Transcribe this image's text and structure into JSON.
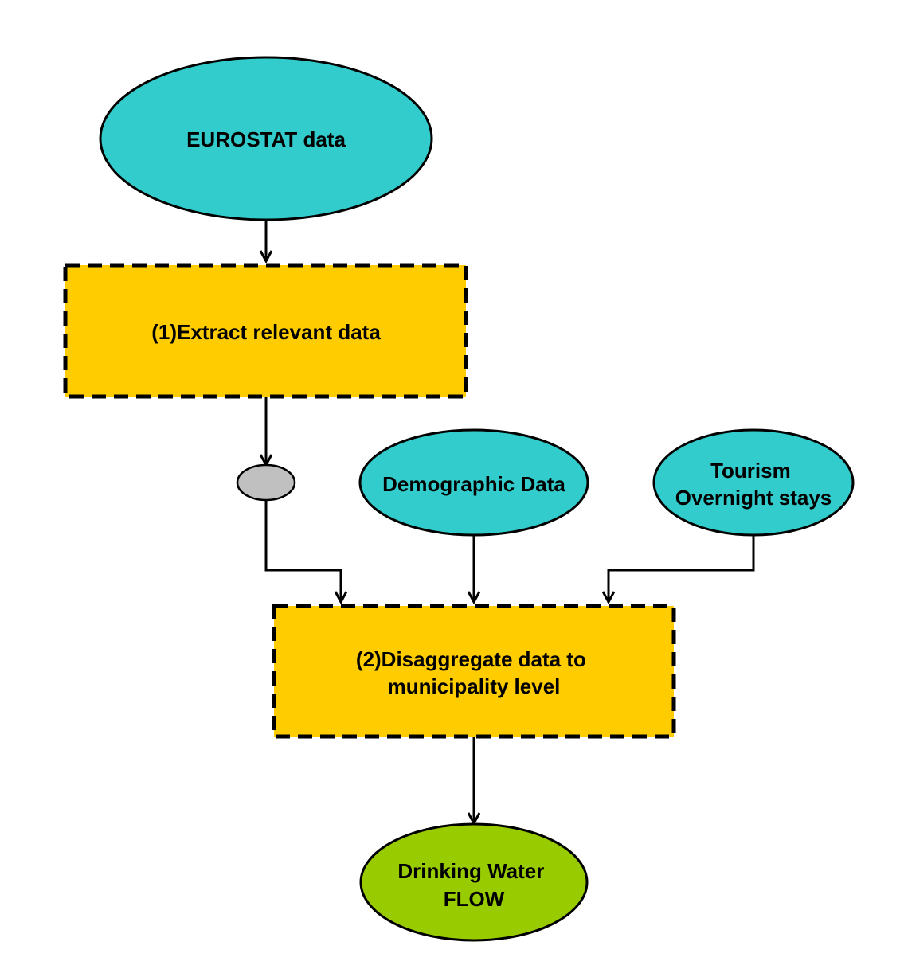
{
  "colors": {
    "data_source_fill": "#33CCCC",
    "process_fill": "#FFCC00",
    "output_fill": "#99CC00",
    "junction_fill": "#C0C0C0",
    "stroke": "#000000"
  },
  "nodes": {
    "eurostat": {
      "label": "EUROSTAT data"
    },
    "extract": {
      "label": "(1)Extract relevant data"
    },
    "demographic": {
      "label": "Demographic Data"
    },
    "tourism": {
      "line1": "Tourism",
      "line2": "Overnight stays"
    },
    "disaggregate": {
      "line1": "(2)Disaggregate data to",
      "line2": "municipality level"
    },
    "drinking_water": {
      "line1": "Drinking Water",
      "line2": "FLOW"
    }
  }
}
